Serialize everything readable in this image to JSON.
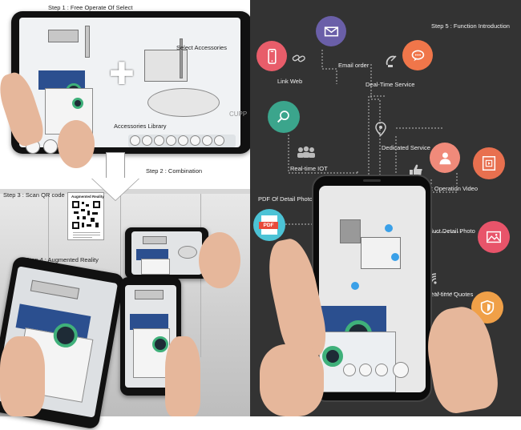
{
  "steps": {
    "step1": "Step 1 : Free Operate Of Select",
    "step2": "Step 2 :  Combination",
    "step3": "Step 3 :  Scan QR code",
    "step4": "Step 4 :  Augmented Reality",
    "step5": "Step 5 :  Function Introduction"
  },
  "phone_top": {
    "select_accessories": "Select  Accessories",
    "accessories_library": "Accessories Library",
    "corner_text": "CUPP"
  },
  "qr_card": {
    "title": "Augmented Reality"
  },
  "functions": {
    "link_web": "Link Web",
    "email_order": "Email order",
    "deal_time_service": "Deal-Time Service",
    "dedicated_service": "Dedicated Service",
    "realtime_iot": "Real-time IOT",
    "product_operation_video": "Product Operation Video",
    "pdf_detail_photo": "PDF Of Detail Photo",
    "product_detail_photo": "Product Detail Photo",
    "realtime_quotes": "Real-time Quotes"
  },
  "icons": {
    "pdf_label": "PDF"
  },
  "colors": {
    "right_bg": "#333333",
    "mobile_circle": "#e85d6a",
    "email_circle": "#6a5fa8",
    "chat_circle": "#f0764a",
    "search_circle": "#3ba58c",
    "person_circle": "#f08a7a",
    "video_circle": "#e8704f",
    "pdf_circle": "#4cc3d6",
    "photo_circle": "#e8546a",
    "shield_circle": "#f0a048"
  }
}
